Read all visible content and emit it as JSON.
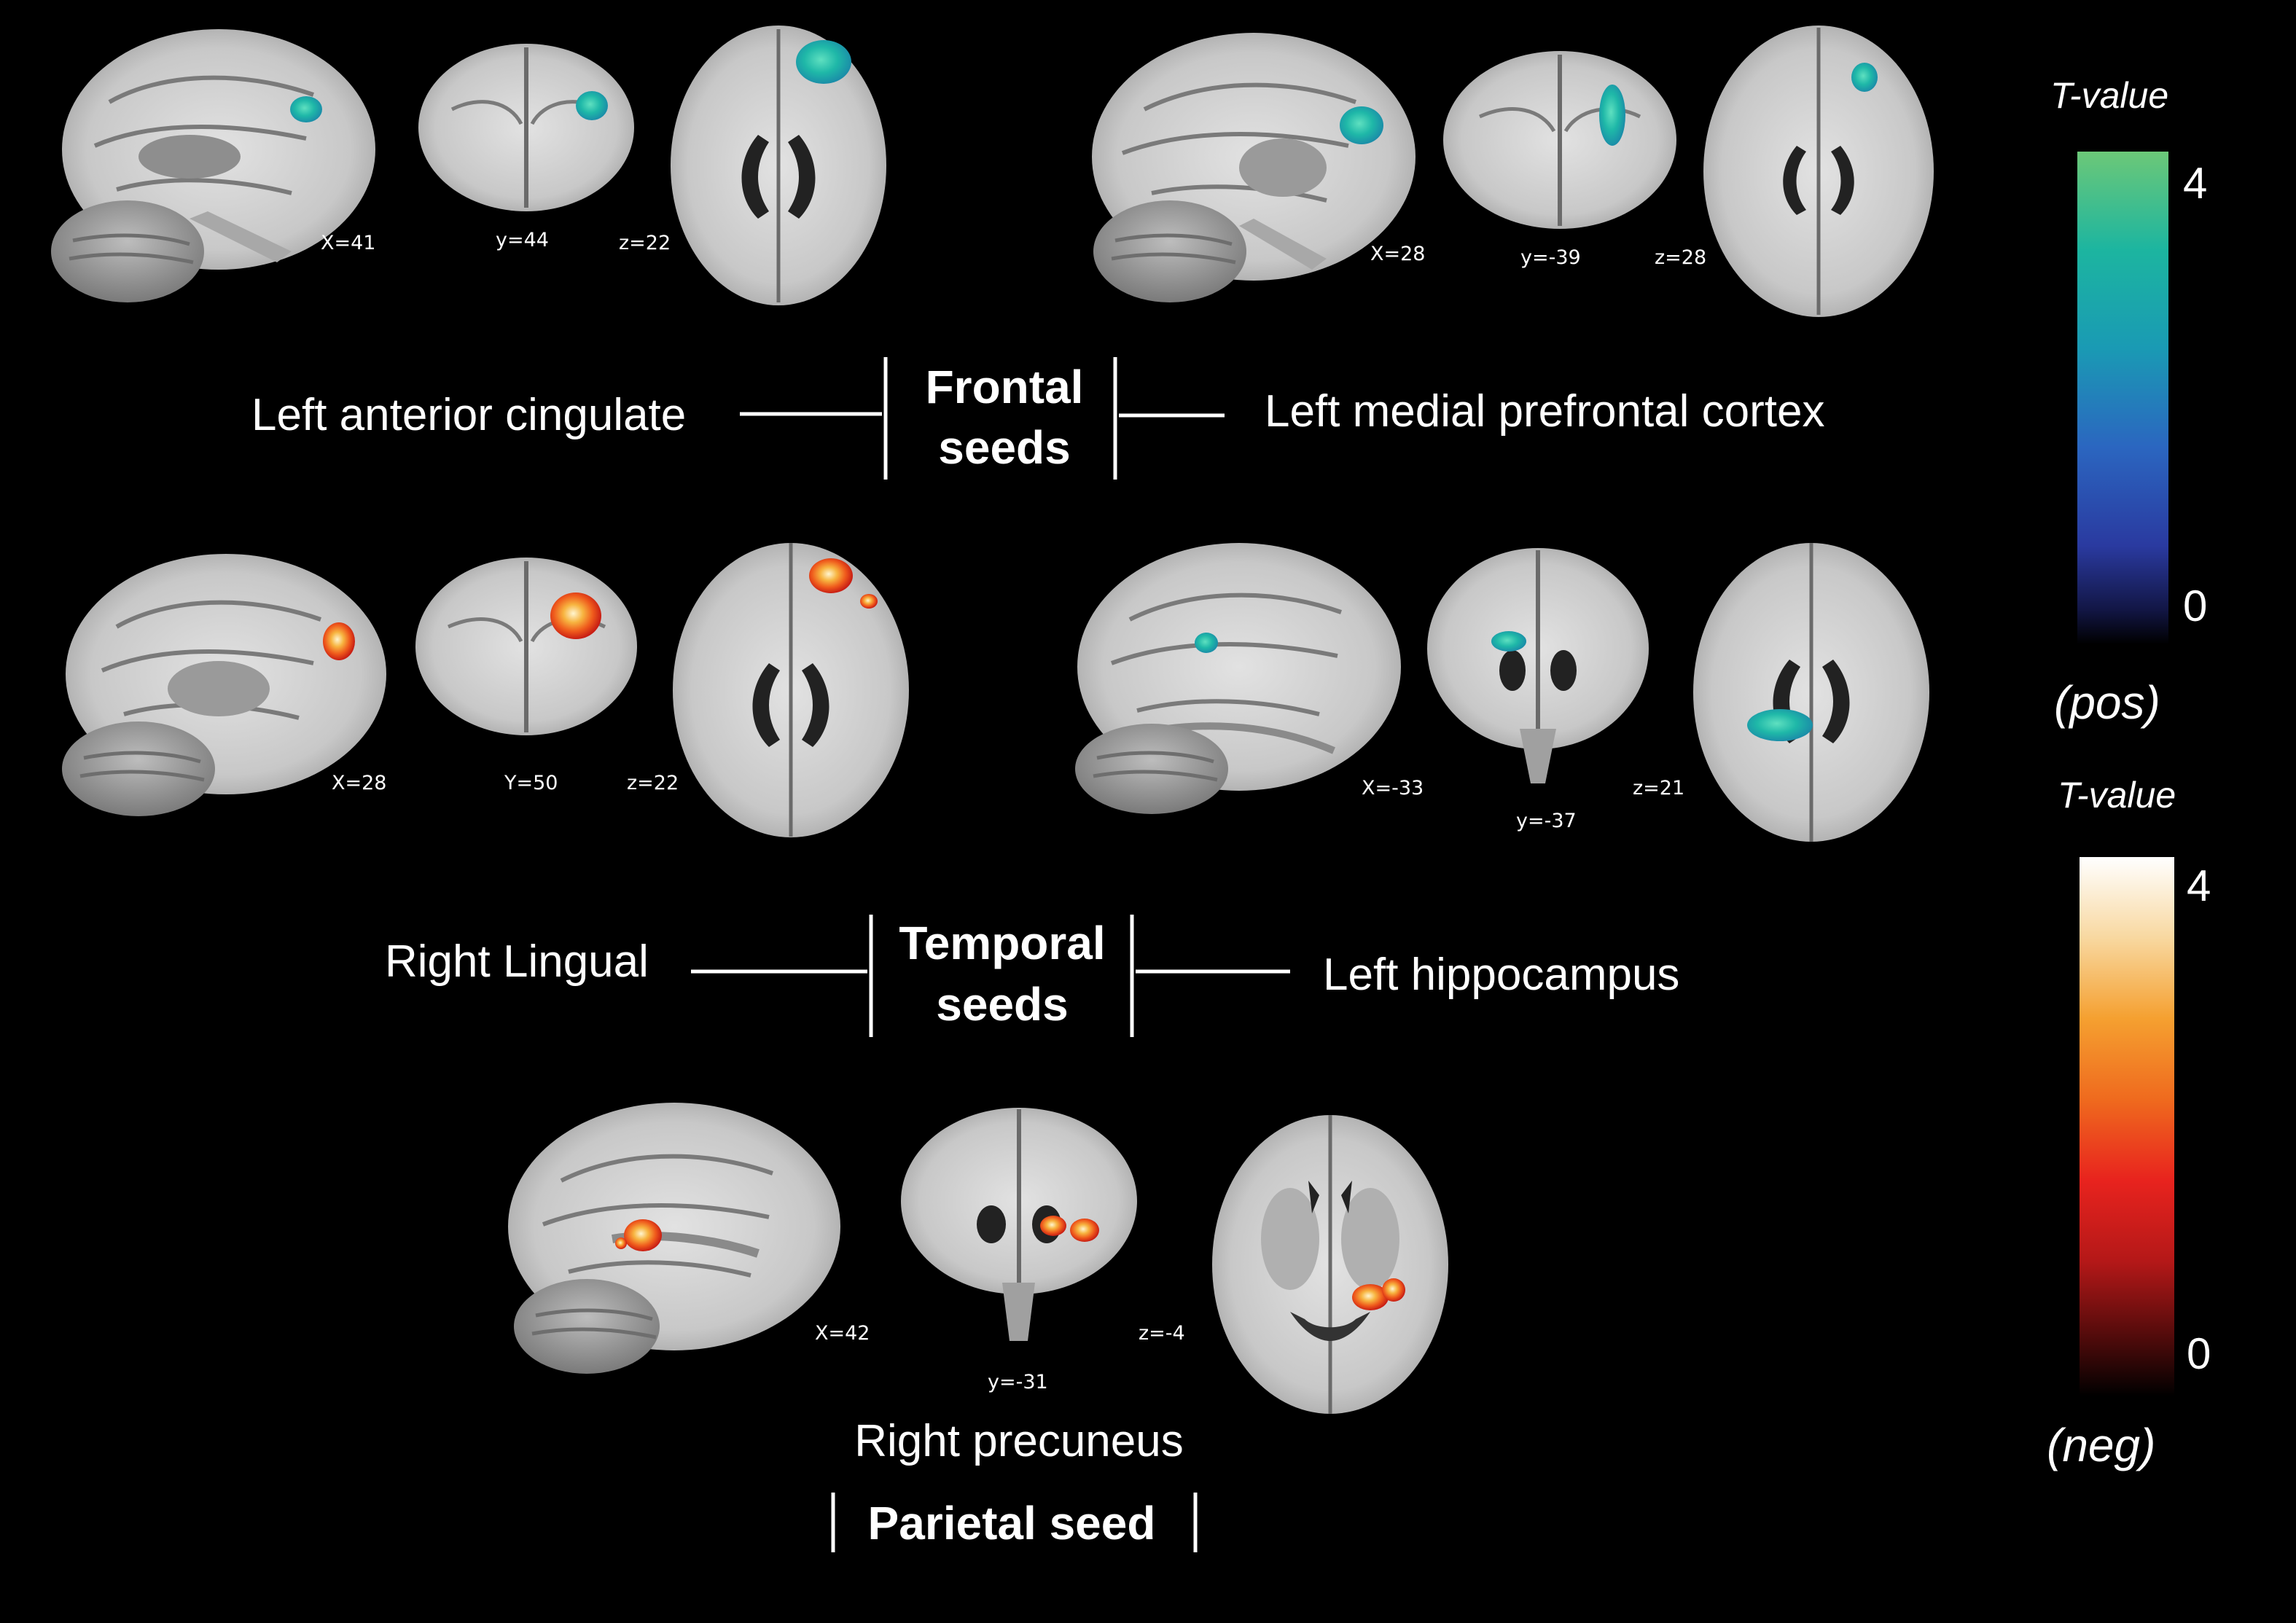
{
  "panels": {
    "frontal_left": {
      "region": "Left anterior cingulate",
      "coords": [
        "X=41",
        "y=44",
        "z=22"
      ]
    },
    "frontal_right": {
      "region": "Left medial prefrontal cortex",
      "coords": [
        "X=28",
        "y=-39",
        "z=28"
      ]
    },
    "temporal_left": {
      "region": "Right Lingual",
      "coords": [
        "X=28",
        "Y=50",
        "z=22"
      ]
    },
    "temporal_right": {
      "region": "Left hippocampus",
      "coords": [
        "X=-33",
        "y=-37",
        "z=21"
      ]
    },
    "parietal": {
      "region": "Right precuneus",
      "coords": [
        "X=42",
        "y=-31",
        "z=-4"
      ]
    }
  },
  "seeds": {
    "frontal": [
      "Frontal",
      "seeds"
    ],
    "temporal": [
      "Temporal",
      "seeds"
    ],
    "parietal": "Parietal seed"
  },
  "colorbars": {
    "positive": {
      "title": "T-value",
      "max": "4",
      "min": "0",
      "label": "(pos)",
      "colors": [
        "#6cc878",
        "#1cb5a0",
        "#1a9ab4",
        "#2b66c0",
        "#2a3aa0",
        "#121645",
        "#000000"
      ]
    },
    "negative": {
      "title": "T-value",
      "max": "4",
      "min": "0",
      "label": "(neg)",
      "colors": [
        "#ffffff",
        "#f8d8a0",
        "#f5a030",
        "#ef6a1e",
        "#e8231e",
        "#b41818",
        "#4a0a0a",
        "#000000"
      ]
    }
  },
  "colors": {
    "background": "#000000",
    "brain_tissue": "#c8c8c8",
    "positive_cluster": "#1fb8a8",
    "negative_cluster": "#f0641e"
  }
}
